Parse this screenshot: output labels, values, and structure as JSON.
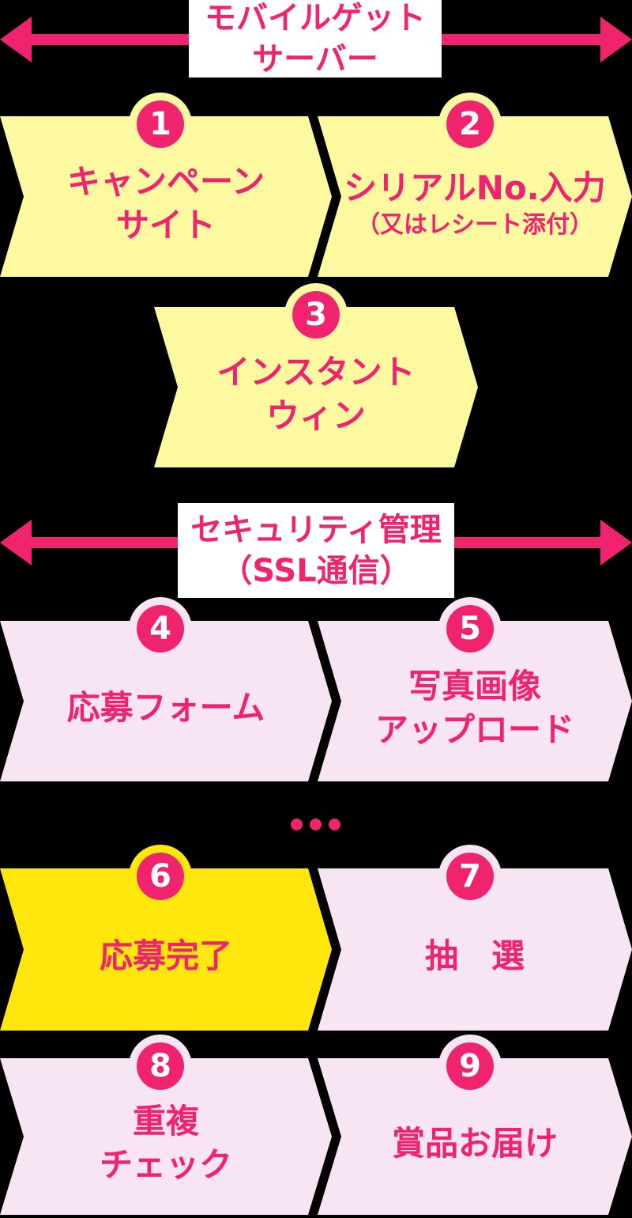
{
  "colors": {
    "accent_pink": "#f0246e",
    "cream_yellow": "#fcf9a1",
    "bright_yellow": "#ffe70d",
    "light_pink": "#f8e5f3",
    "header_box": "#ffffff",
    "background": "#000000"
  },
  "headers": [
    {
      "line1": "モバイルゲット",
      "line2": "サーバー",
      "icon": "double-headed-arrow"
    },
    {
      "line1": "セキュリティ管理",
      "line2": "（SSL通信）",
      "icon": "double-headed-arrow"
    }
  ],
  "steps": [
    {
      "num": "1",
      "line1": "キャンペーン",
      "line2": "サイト"
    },
    {
      "num": "2",
      "line1": "シリアルNo.入力",
      "line2": "（又はレシート添付）"
    },
    {
      "num": "3",
      "line1": "インスタント",
      "line2": "ウィン"
    },
    {
      "num": "4",
      "line1": "応募フォーム",
      "line2": ""
    },
    {
      "num": "5",
      "line1": "写真画像",
      "line2": "アップロード"
    },
    {
      "num": "6",
      "line1": "応募完了",
      "line2": ""
    },
    {
      "num": "7",
      "line1": "抽　選",
      "line2": ""
    },
    {
      "num": "8",
      "line1": "重複",
      "line2": "チェック"
    },
    {
      "num": "9",
      "line1": "賞品お届け",
      "line2": ""
    }
  ],
  "ellipsis": {
    "icon": "ellipsis-dots",
    "count": 3
  }
}
